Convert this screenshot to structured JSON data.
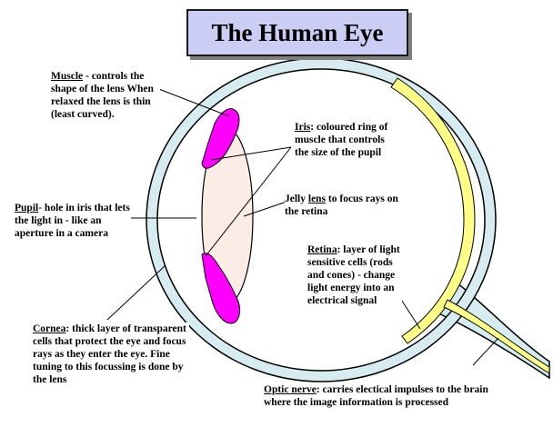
{
  "title": "The Human Eye",
  "labels": {
    "muscle": {
      "term": "Muscle",
      "text": " - controls the shape of the lens When relaxed the lens is thin (least curved)."
    },
    "iris": {
      "term": "Iris",
      "text": ": coloured ring of muscle that controls the size of the pupil"
    },
    "lens": {
      "prefix": "Jelly ",
      "term": "lens",
      "text": " to focus rays on the retina"
    },
    "pupil": {
      "term": "Pupil",
      "text": "- hole in iris that lets the light in - like an aperture in a camera"
    },
    "retina": {
      "term": "Retina",
      "text": ": layer of light sensitive cells (rods and cones) - change light energy into an electrical signal"
    },
    "cornea": {
      "term": "Cornea",
      "text": ": thick layer of transparent cells that protect the eye and focus rays as they enter the eye. Fine tuning to this focussing is done by the lens"
    },
    "optic_nerve": {
      "term": "Optic nerve",
      "text": ": carries electical impulses to the brain where the image information is processed"
    }
  },
  "colors": {
    "title_bg": "#cccdf5",
    "eyeball_band": "#d6ecf0",
    "retina": "#ffff88",
    "lens": "#fbece6",
    "muscle": "#ff00ff"
  }
}
